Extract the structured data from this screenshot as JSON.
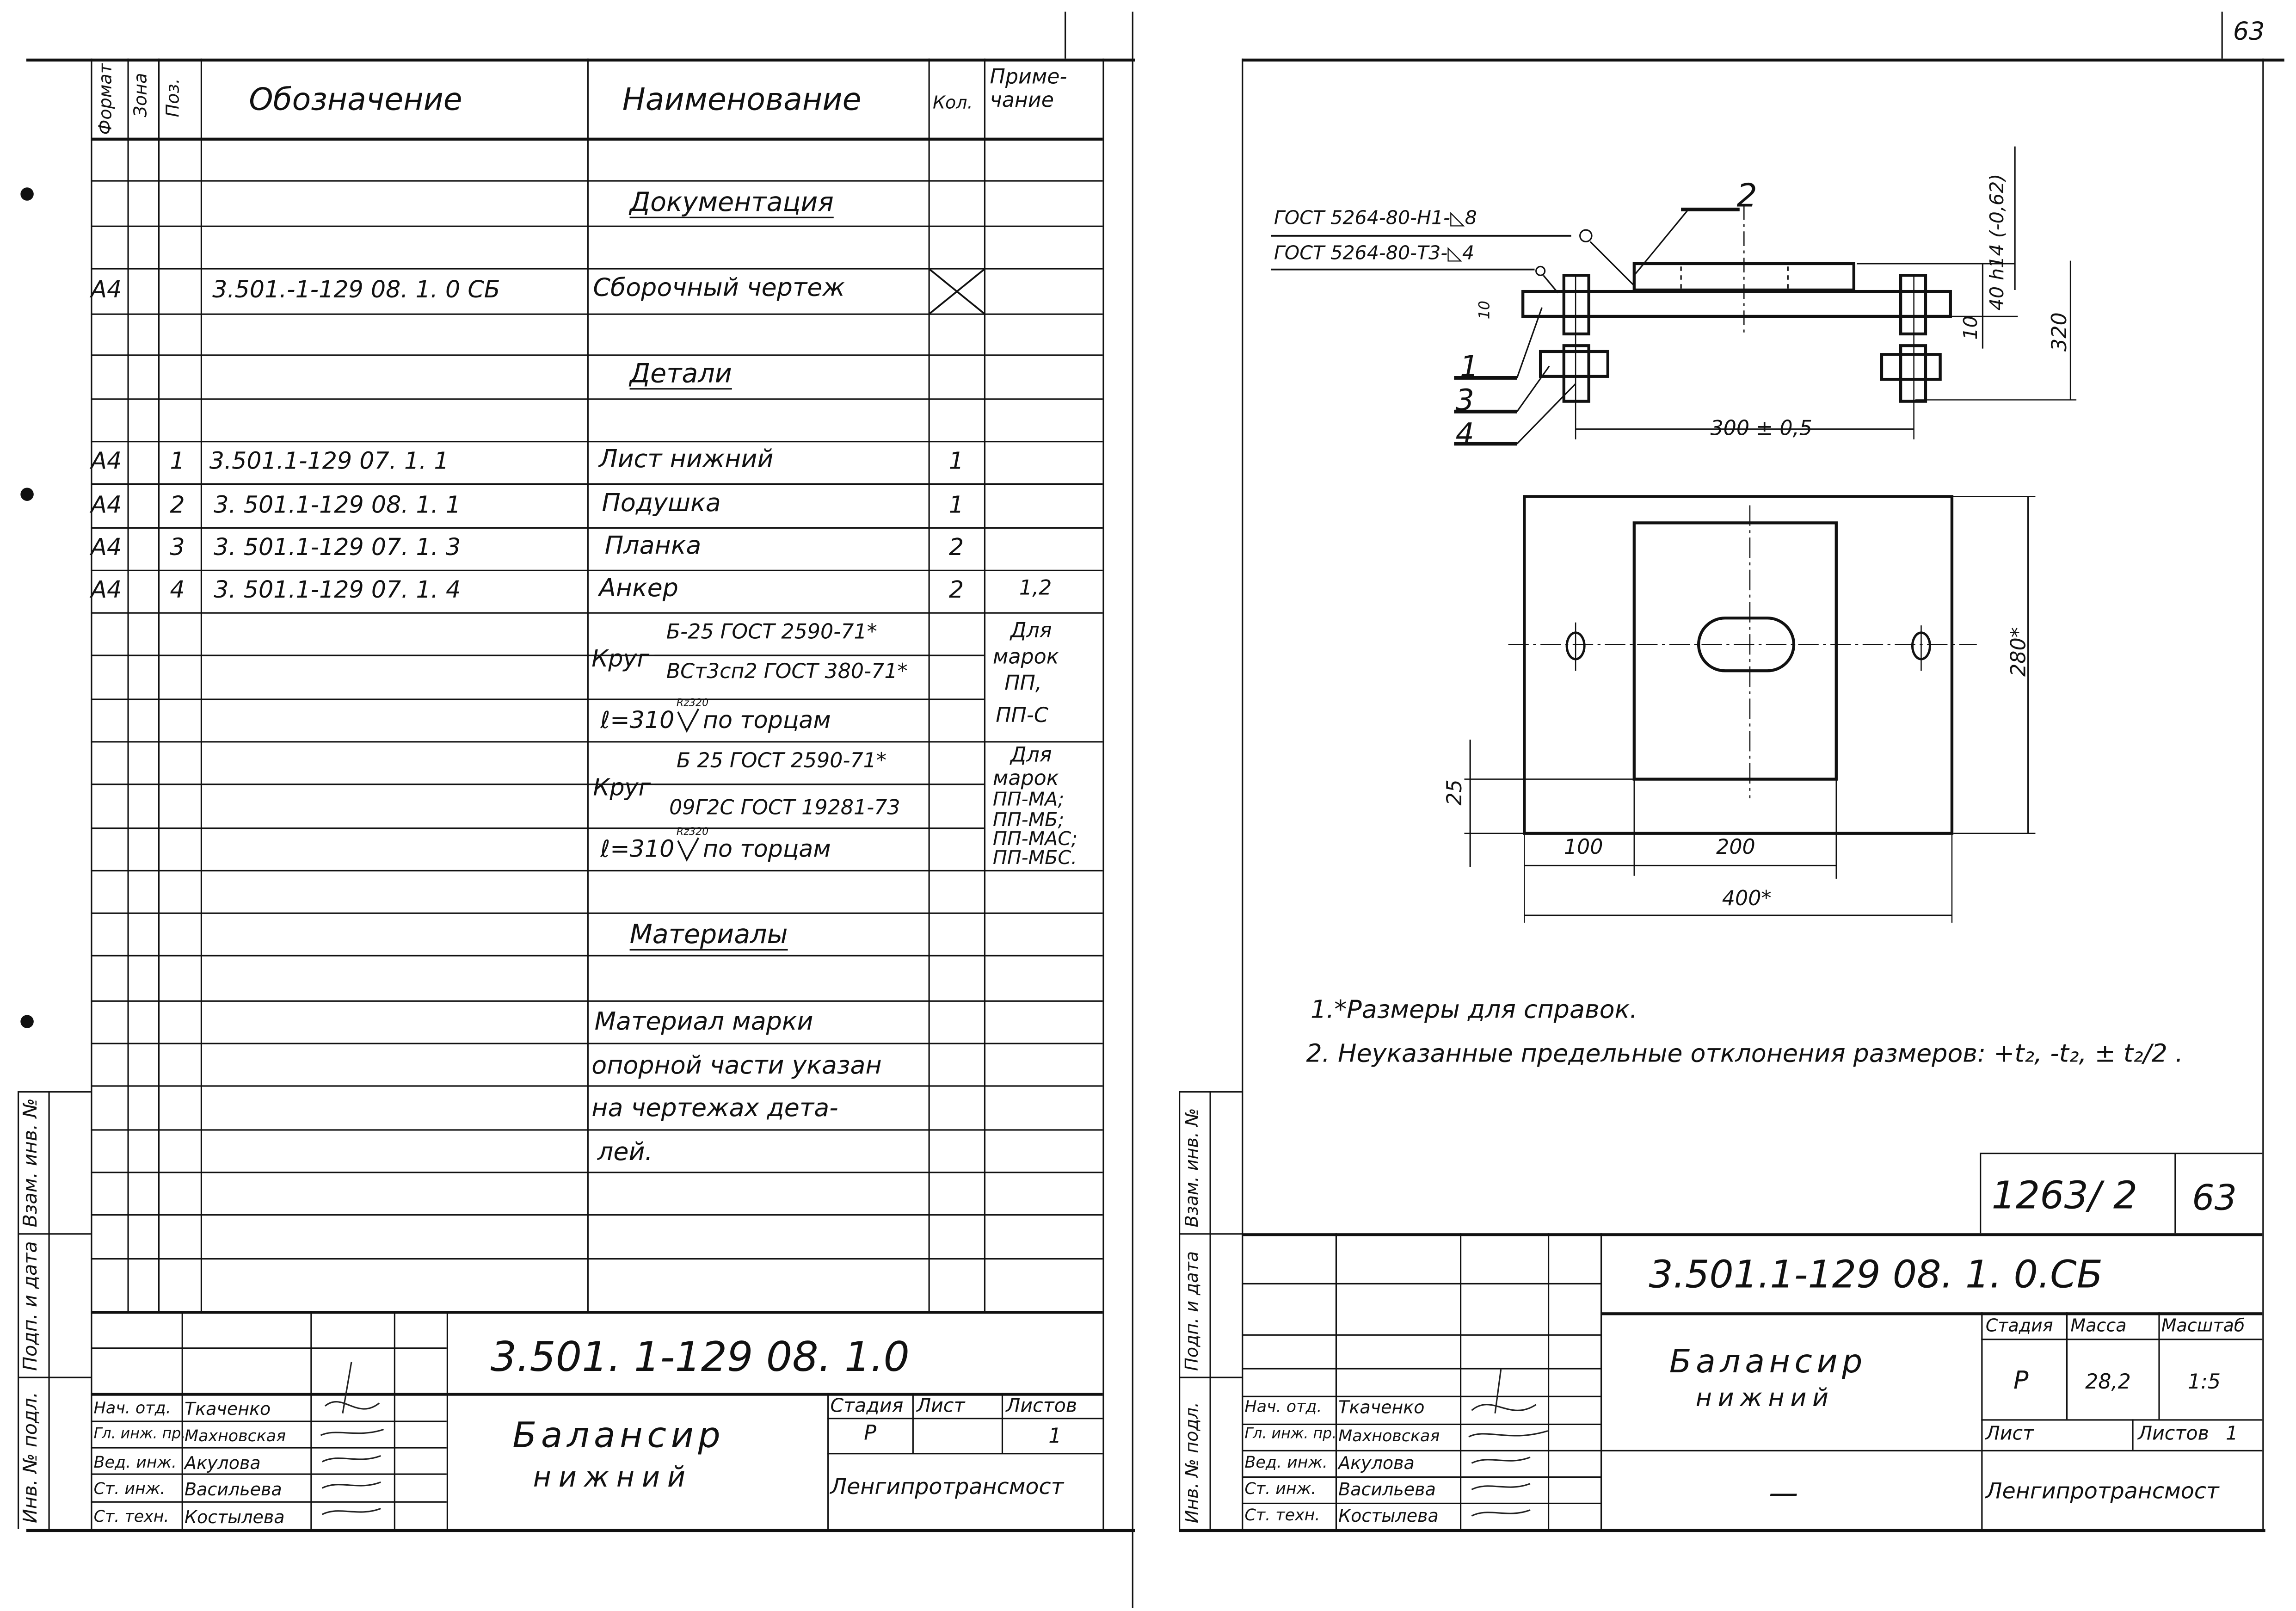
{
  "page_number": "63",
  "left_sheet": {
    "spec_header": {
      "format": "Формат",
      "zone": "Зона",
      "pos": "Поз.",
      "designation": "Обозначение",
      "name": "Наименование",
      "qty": "Кол.",
      "note_line1": "Приме-",
      "note_line2": "чание"
    },
    "sections": {
      "documentation": "Документация",
      "parts": "Детали",
      "materials": "Материалы"
    },
    "doc_row": {
      "format": "А4",
      "designation": "3.501.-1-129  08. 1. 0 СБ",
      "name": "Сборочный чертеж"
    },
    "parts_rows": [
      {
        "format": "А4",
        "pos": "1",
        "designation": "3.501.1-129  07. 1. 1",
        "name": "Лист нижний",
        "qty": "1",
        "note": ""
      },
      {
        "format": "А4",
        "pos": "2",
        "designation": "3. 501.1-129  08. 1. 1",
        "name": "Подушка",
        "qty": "1",
        "note": ""
      },
      {
        "format": "А4",
        "pos": "3",
        "designation": "3. 501.1-129  07. 1. 3",
        "name": "Планка",
        "qty": "2",
        "note": ""
      },
      {
        "format": "А4",
        "pos": "4",
        "designation": "3. 501.1-129  07. 1. 4",
        "name": "Анкер",
        "qty": "2",
        "note": "1,2"
      }
    ],
    "rod_1": {
      "label": "Круг",
      "numerator": "Б-25 ГОСТ 2590-71*",
      "denominator": "ВСт3сп2 ГОСТ 380-71*",
      "length": "ℓ=310",
      "roughness": "Rz320",
      "length_suffix": "по торцам",
      "note_lines": [
        "Для",
        "марок",
        "ПП,",
        "ПП-С"
      ]
    },
    "rod_2": {
      "label": "Круг",
      "numerator": "Б 25 ГОСТ 2590-71*",
      "denominator": "09Г2С ГОСТ 19281-73",
      "length": "ℓ=310",
      "roughness": "Rz320",
      "length_suffix": "по торцам",
      "note_lines": [
        "Для",
        "марок",
        "ПП-МА;",
        "ПП-МБ;",
        "ПП-МАС;",
        "ПП-МБС."
      ]
    },
    "materials_text": [
      "Материал  марки",
      "опорной части указан",
      "на чертежах  дета-",
      "лей."
    ],
    "side_stamp": [
      "Взам. инв. №",
      "Подп. и дата",
      "Инв. № подл."
    ],
    "title_block": {
      "designation": "3.501. 1-129  08. 1.0",
      "title_line1": "Балансир",
      "title_line2": "нижний",
      "stage_label": "Стадия",
      "sheet_label": "Лист",
      "sheets_label": "Листов",
      "stage": "Р",
      "sheet": "",
      "sheets": "1",
      "organization": "Ленгипротрансмост",
      "signatures": [
        {
          "role": "Нач. отд.",
          "name": "Ткаченко"
        },
        {
          "role": "Гл. инж. пр.",
          "name": "Махновская"
        },
        {
          "role": "Вед. инж.",
          "name": "Акулова"
        },
        {
          "role": "Ст. инж.",
          "name": "Васильева"
        },
        {
          "role": "Ст. техн.",
          "name": "Костылева"
        }
      ]
    }
  },
  "right_sheet": {
    "weld_notes": [
      "ГОСТ 5264-80-Н1-◺8",
      "ГОСТ 5264-80-Т3-◺4"
    ],
    "callouts": [
      "1",
      "2",
      "3",
      "4"
    ],
    "dimensions": {
      "anchor_spacing": "300 ± 0,5",
      "height_total": "320",
      "pad_height": "40 h14 (-0,62)",
      "plate_thickness": "10",
      "weld_leg": "10",
      "plate_depth": "280*",
      "edge_offset": "25",
      "pad_offset": "100",
      "pad_width": "200",
      "plate_width": "400*"
    },
    "notes": [
      "1.*Размеры для  справок.",
      "2. Неуказанные предельные отклонения размеров: +t₂, -t₂, ± t₂/2 ."
    ],
    "album_number": "1263/ 2",
    "album_page": "63",
    "title_block": {
      "designation": "3.501.1-129  08. 1. 0.СБ",
      "title_line1": "Балансир",
      "title_line2": "нижний",
      "stage_label": "Стадия",
      "mass_label": "Масса",
      "scale_label": "Масштаб",
      "stage": "Р",
      "mass": "28,2",
      "scale": "1:5",
      "sheet_label": "Лист",
      "sheets_label": "Листов",
      "sheets": "1",
      "material": "—",
      "organization": "Ленгипротрансмост",
      "signatures": [
        {
          "role": "Нач. отд.",
          "name": "Ткаченко"
        },
        {
          "role": "Гл. инж. пр.",
          "name": "Махновская"
        },
        {
          "role": "Вед. инж.",
          "name": "Акулова"
        },
        {
          "role": "Ст. инж.",
          "name": "Васильева"
        },
        {
          "role": "Ст. техн.",
          "name": "Костылева"
        }
      ]
    }
  }
}
